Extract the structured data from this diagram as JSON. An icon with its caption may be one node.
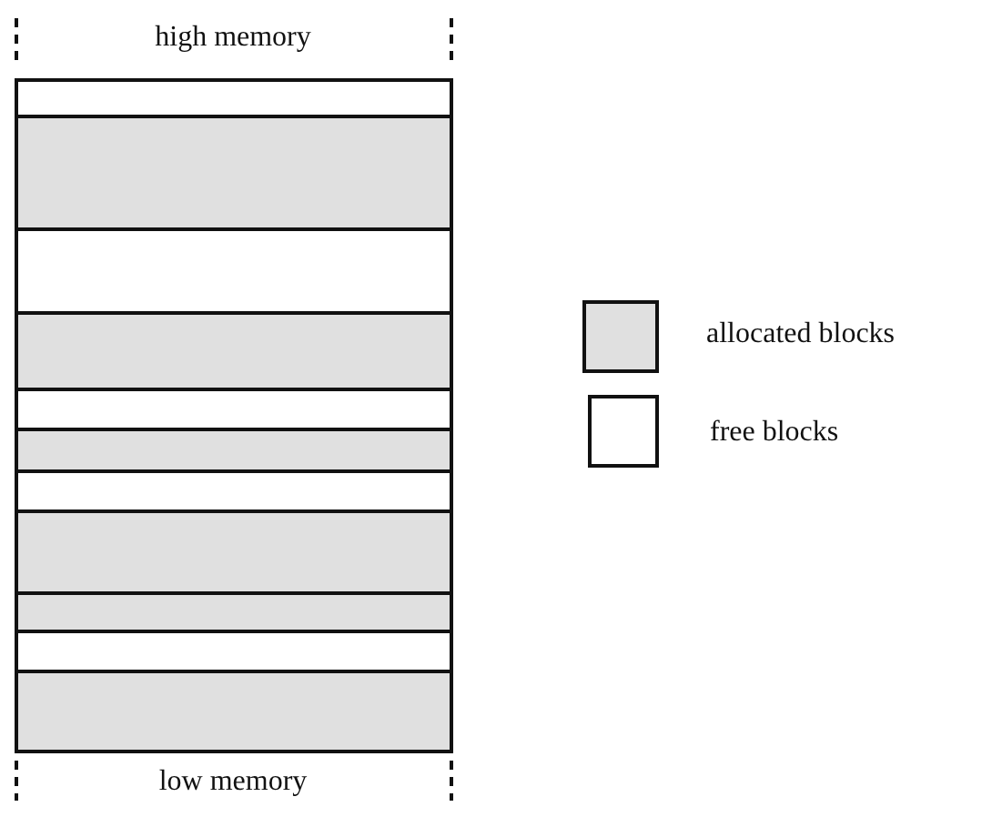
{
  "diagram": {
    "nodes": [
      {
        "text": [],
        "shape": "box"
      },
      {
        "text": [],
        "shape": "box"
      },
      {
        "text": [],
        "shape": "box"
      },
      {
        "text": [],
        "shape": "box"
      },
      {
        "text": [],
        "shape": "box"
      },
      {
        "text": [],
        "shape": "box"
      },
      {
        "text": [],
        "shape": "box"
      },
      {
        "text": [],
        "shape": "box"
      },
      {
        "text": [],
        "shape": "box"
      },
      {
        "text": [],
        "shape": "box"
      },
      {
        "text": [],
        "shape": "box"
      }
    ],
    "labels": [
      "high memory",
      "low memory"
    ],
    "legend": [
      {
        "text": "allocated blocks",
        "color": "#e0e0e0"
      },
      {
        "text": "free blocks",
        "color": "#ffffff"
      }
    ]
  }
}
